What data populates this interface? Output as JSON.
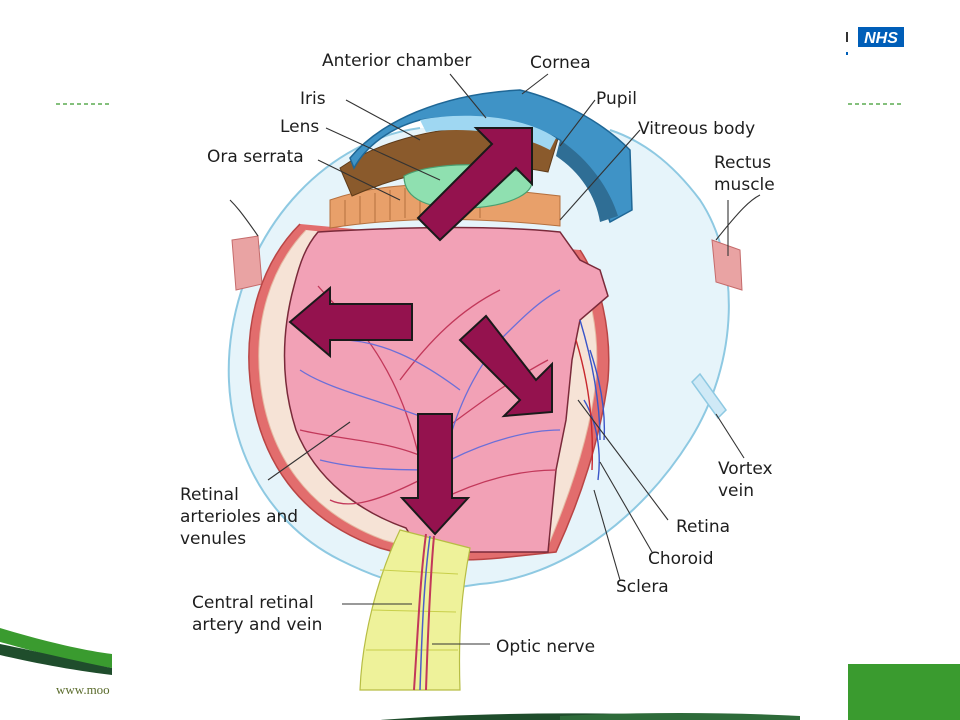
{
  "slide": {
    "logo_text": "NHS",
    "footer_url_fragment": "www.moo",
    "colors": {
      "nhs_blue": "#005EB8",
      "green": "#3a9b2f",
      "dark_green": "#1f4d2c",
      "arrow": "#94124e"
    }
  },
  "diagram": {
    "labels": {
      "anterior_chamber": "Anterior chamber",
      "cornea": "Cornea",
      "iris": "Iris",
      "pupil": "Pupil",
      "lens": "Lens",
      "vitreous_body": "Vitreous body",
      "ora_serrata": "Ora serrata",
      "rectus_muscle_1": "Rectus",
      "rectus_muscle_2": "muscle",
      "retinal_arterioles_1": "Retinal",
      "retinal_arterioles_2": "arterioles and",
      "retinal_arterioles_3": "venules",
      "vortex_vein_1": "Vortex",
      "vortex_vein_2": "vein",
      "retina": "Retina",
      "choroid": "Choroid",
      "sclera": "Sclera",
      "central_artery_1": "Central retinal",
      "central_artery_2": "artery and vein",
      "optic_nerve": "Optic nerve"
    },
    "arrows": [
      "up-right",
      "left",
      "down-right",
      "down"
    ]
  }
}
